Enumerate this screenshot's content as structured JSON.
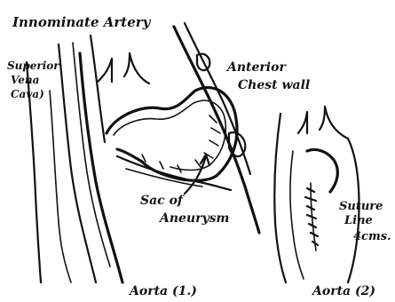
{
  "labels": {
    "innominate_artery": "Innominate Artery",
    "superior_vena_cava_1": "Superior",
    "superior_vena_cava_2": "Vena",
    "superior_vena_cava_3": "Cava)",
    "anterior_chest_wall_1": "Anterior",
    "anterior_chest_wall_2": "Chest wall",
    "sac_of_aneurysm_1": "Sac of",
    "sac_of_aneurysm_2": "Aneurysm",
    "suture_line_1": "Suture",
    "suture_line_2": "Line",
    "suture_line_3": "4cms.",
    "aorta_1": "Aorta (1.)",
    "aorta_2": "Aorta (2)"
  },
  "colors": {
    "ink": "#111111",
    "paper": "#ffffff"
  }
}
